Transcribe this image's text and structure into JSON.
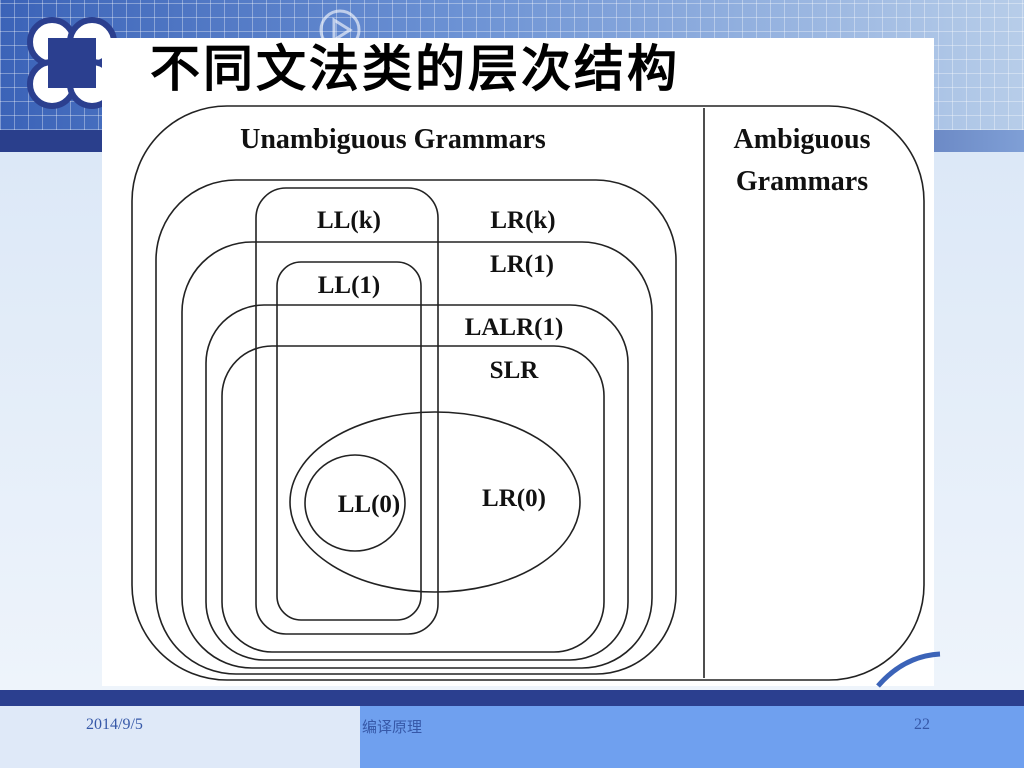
{
  "slide": {
    "title": "不同文法类的层次结构",
    "footer": {
      "date": "2014/9/5",
      "course": "编译原理",
      "page": "22"
    }
  },
  "diagram": {
    "regions": {
      "unambiguous": "Unambiguous Grammars",
      "ambiguous_line1": "Ambiguous",
      "ambiguous_line2": "Grammars"
    },
    "classes": {
      "llk": "LL(k)",
      "lrk": "LR(k)",
      "lr1": "LR(1)",
      "ll1": "LL(1)",
      "lalr1": "LALR(1)",
      "slr": "SLR",
      "ll0": "LL(0)",
      "lr0": "LR(0)"
    }
  },
  "colors": {
    "header_blue": "#3b63b8",
    "bar_dark_blue": "#2a3f8c",
    "footer_blue": "#6fa0ef",
    "footer_text": "#3658a8"
  }
}
